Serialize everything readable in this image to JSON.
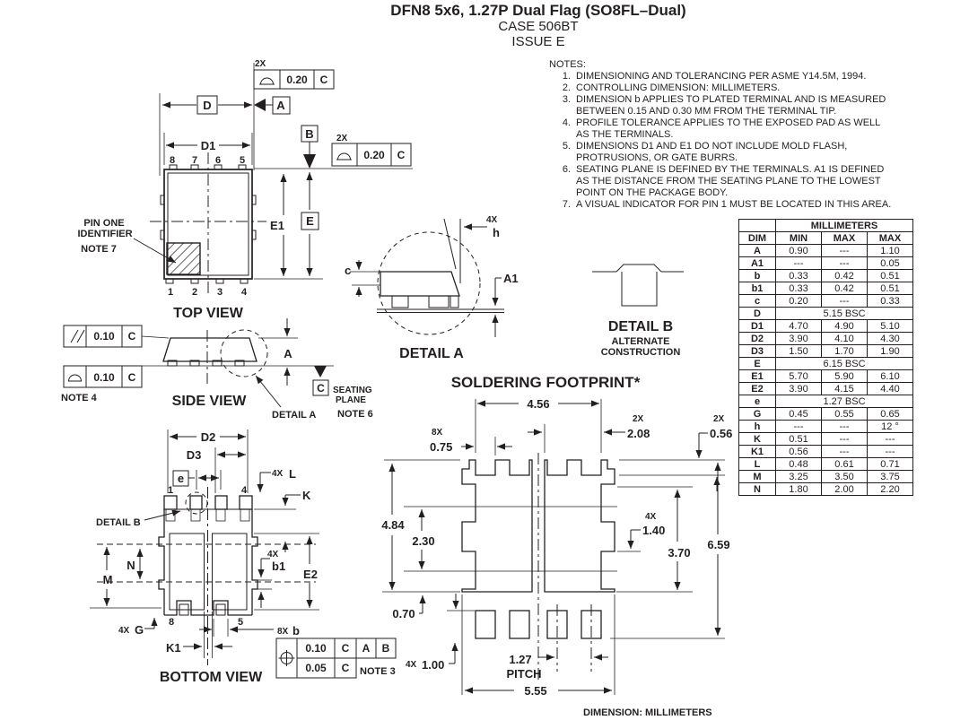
{
  "hdr": {
    "title": "DFN8 5x6, 1.27P Dual Flag (SO8FL–Dual)",
    "case_line": "CASE 506BT",
    "issue_line": "ISSUE E"
  },
  "notes": {
    "heading": "NOTES:",
    "items": [
      {
        "num": "1.",
        "text": "DIMENSIONING AND TOLERANCING PER ASME Y14.5M, 1994."
      },
      {
        "num": "2.",
        "text": "CONTROLLING DIMENSION: MILLIMETERS."
      },
      {
        "num": "3.",
        "text": "DIMENSION b APPLIES TO PLATED TERMINAL AND IS MEASURED BETWEEN 0.15 AND 0.30 MM FROM THE TERMINAL TIP."
      },
      {
        "num": "4.",
        "text": "PROFILE TOLERANCE APPLIES TO THE EXPOSED PAD AS WELL AS THE TERMINALS."
      },
      {
        "num": "5.",
        "text": "DIMENSIONS D1 AND E1 DO NOT INCLUDE MOLD FLASH, PROTRUSIONS, OR GATE BURRS."
      },
      {
        "num": "6.",
        "text": "SEATING PLANE IS DEFINED BY THE TERMINALS. A1 IS DEFINED AS THE DISTANCE FROM THE SEATING PLANE TO THE LOWEST POINT ON THE PACKAGE BODY."
      },
      {
        "num": "7.",
        "text": "A VISUAL INDICATOR FOR PIN 1 MUST BE LOCATED IN THIS AREA."
      }
    ]
  },
  "dim_table": {
    "unit": "MILLIMETERS",
    "cols": [
      "DIM",
      "MIN",
      "MAX",
      "MAX"
    ],
    "rows": [
      {
        "dim": "A",
        "min": "0.90",
        "nom": "---",
        "max": "1.10"
      },
      {
        "dim": "A1",
        "min": "---",
        "nom": "---",
        "max": "0.05"
      },
      {
        "dim": "b",
        "min": "0.33",
        "nom": "0.42",
        "max": "0.51"
      },
      {
        "dim": "b1",
        "min": "0.33",
        "nom": "0.42",
        "max": "0.51"
      },
      {
        "dim": "c",
        "min": "0.20",
        "nom": "---",
        "max": "0.33"
      },
      {
        "dim": "D",
        "span": "5.15 BSC"
      },
      {
        "dim": "D1",
        "min": "4.70",
        "nom": "4.90",
        "max": "5.10"
      },
      {
        "dim": "D2",
        "min": "3.90",
        "nom": "4.10",
        "max": "4.30"
      },
      {
        "dim": "D3",
        "min": "1.50",
        "nom": "1.70",
        "max": "1.90"
      },
      {
        "dim": "E",
        "span": "6.15 BSC"
      },
      {
        "dim": "E1",
        "min": "5.70",
        "nom": "5.90",
        "max": "6.10"
      },
      {
        "dim": "E2",
        "min": "3.90",
        "nom": "4.15",
        "max": "4.40"
      },
      {
        "dim": "e",
        "span": "1.27 BSC"
      },
      {
        "dim": "G",
        "min": "0.45",
        "nom": "0.55",
        "max": "0.65"
      },
      {
        "dim": "h",
        "min": "---",
        "nom": "---",
        "max": "12 °"
      },
      {
        "dim": "K",
        "min": "0.51",
        "nom": "---",
        "max": "---"
      },
      {
        "dim": "K1",
        "min": "0.56",
        "nom": "---",
        "max": "---"
      },
      {
        "dim": "L",
        "min": "0.48",
        "nom": "0.61",
        "max": "0.71"
      },
      {
        "dim": "M",
        "min": "3.25",
        "nom": "3.50",
        "max": "3.75"
      },
      {
        "dim": "N",
        "min": "1.80",
        "nom": "2.00",
        "max": "2.20"
      }
    ]
  },
  "top_view": {
    "qty_top": "2X",
    "fcf_top_tol": "0.20",
    "fcf_top_datum": "C",
    "qty_right": "2X",
    "fcf_right_tol": "0.20",
    "fcf_right_datum": "C",
    "dim_d": "D",
    "datum_a": "A",
    "datum_b": "B",
    "dim_d1": "D1",
    "pin8": "8",
    "pin7": "7",
    "pin6": "6",
    "pin5": "5",
    "dim_e1": "E1",
    "dim_e": "E",
    "pin1": "1",
    "pin2": "2",
    "pin3": "3",
    "pin4": "4",
    "pin_one_1": "PIN ONE",
    "pin_one_2": "IDENTIFIER",
    "pin_one_note": "NOTE 7",
    "title": "TOP VIEW"
  },
  "side_view": {
    "par_tol": "0.10",
    "par_datum": "C",
    "prof_tol": "0.10",
    "prof_datum": "C",
    "note4": "NOTE 4",
    "title": "SIDE VIEW",
    "dim_a": "A",
    "detail_a": "DETAIL A",
    "datum_c": "C",
    "seating1": "SEATING",
    "seating2": "PLANE",
    "note6": "NOTE 6"
  },
  "detail_a": {
    "qty": "4X",
    "dim_h": "h",
    "dim_c": "c",
    "dim_a1": "A1",
    "title": "DETAIL A"
  },
  "detail_b": {
    "title": "DETAIL B",
    "sub1": "ALTERNATE",
    "sub2": "CONSTRUCTION"
  },
  "bottom_view": {
    "dim_d2": "D2",
    "dim_d3": "D3",
    "dim_e": "e",
    "qty_l": "4X",
    "dim_l": "L",
    "dim_k": "K",
    "detail_b_ref": "DETAIL B",
    "pin1": "1",
    "pin4": "4",
    "dim_n": "N",
    "dim_m": "M",
    "qty_b1": "4X",
    "dim_b1": "b1",
    "dim_e2": "E2",
    "pin8": "8",
    "pin5": "5",
    "qty_g": "4X",
    "dim_g": "G",
    "dim_k1": "K1",
    "qty_b": "8X",
    "dim_b": "b",
    "fcf_tol1": "0.10",
    "fcf_d1": "C",
    "fcf_d2": "A",
    "fcf_d3": "B",
    "fcf_tol2": "0.05",
    "fcf_d4": "C",
    "fcf_note": "NOTE 3",
    "title": "BOTTOM VIEW"
  },
  "footprint": {
    "title": "SOLDERING FOOTPRINT*",
    "w_total": "4.56",
    "q075": "8X",
    "v075": "0.75",
    "q208": "2X",
    "v208": "2.08",
    "q056": "2X",
    "v056": "0.56",
    "v484": "4.84",
    "v230": "2.30",
    "q140": "4X",
    "v140": "1.40",
    "v659": "6.59",
    "v370": "3.70",
    "v070": "0.70",
    "q100": "4X",
    "v100": "1.00",
    "v127": "1.27",
    "pitch": "PITCH",
    "v555": "5.55",
    "footer": "DIMENSION: MILLIMETERS"
  }
}
